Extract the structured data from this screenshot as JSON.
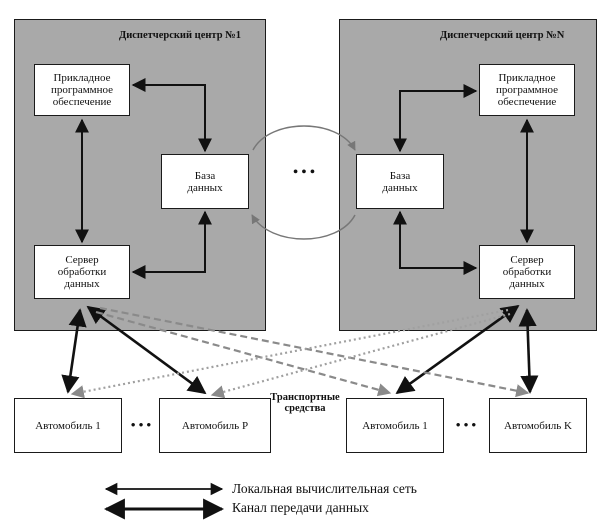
{
  "centers": [
    {
      "title": "Диспетчерский центр №1",
      "app": [
        "Прикладное",
        "программное",
        "обеспечение"
      ],
      "db": [
        "База",
        "данных"
      ],
      "server": [
        "Сервер",
        "обработки",
        "данных"
      ]
    },
    {
      "title": "Диспетчерский центр  №N",
      "app": [
        "Прикладное",
        "программное",
        "обеспечение"
      ],
      "db": [
        "База",
        "данных"
      ],
      "server": [
        "Сервер",
        "обработки",
        "данных"
      ]
    }
  ],
  "between_centers_ellipsis": "• • •",
  "vehicles_label": [
    "Транспортные",
    "средства"
  ],
  "vehicles": [
    "Автомобиль 1",
    "Автомобиль P",
    "Автомобиль 1",
    "Автомобиль K"
  ],
  "vehicles_ellipsis": "• • •",
  "legend": {
    "local_network": "Локальная вычислительная сеть",
    "data_channel": "Канал передачи данных"
  },
  "colors": {
    "panel": "#a9a9a9",
    "arrow": "#111111",
    "dashed_link": "#8a8a8a",
    "dotted_link": "#a0a0a0",
    "ring": "#777777"
  }
}
